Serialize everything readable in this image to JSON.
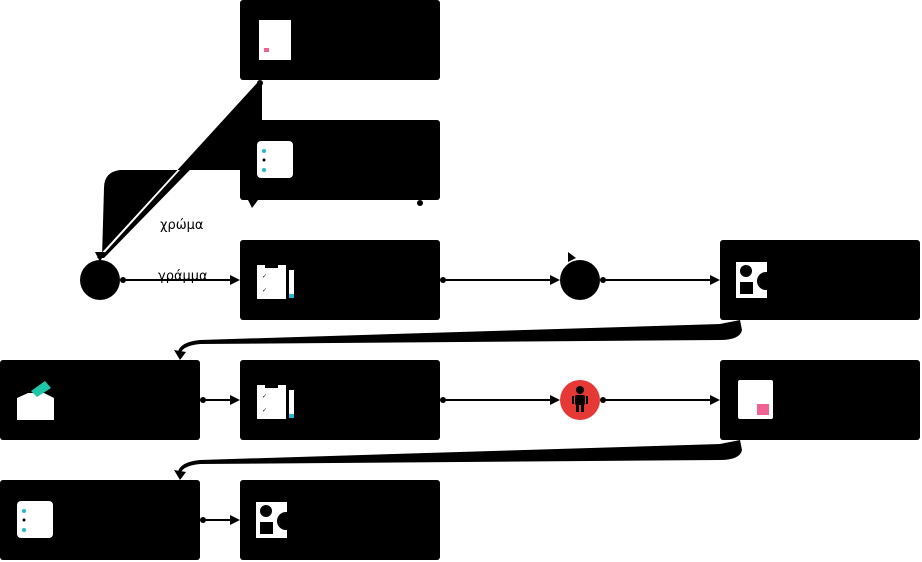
{
  "labels": {
    "upper_label": "χρώμα",
    "lower_label": "γράμμα"
  },
  "colors": {
    "node": "#000000",
    "background": "#ffffff",
    "accent_blue": "#29b6d6",
    "accent_pink": "#f06292",
    "accent_teal": "#1fc7a8",
    "accent_red": "#e53935"
  },
  "nodes": [
    {
      "id": "document-node",
      "icon": "document-icon"
    },
    {
      "id": "list-node-top",
      "icon": "list-icon"
    },
    {
      "id": "start-circle",
      "icon": "circle-node"
    },
    {
      "id": "clipboard-node-1",
      "icon": "clipboard-icon"
    },
    {
      "id": "merge-circle",
      "icon": "circle-node"
    },
    {
      "id": "shapes-node-1",
      "icon": "shapes-icon"
    },
    {
      "id": "ballot-node",
      "icon": "ballot-box-icon"
    },
    {
      "id": "clipboard-node-2",
      "icon": "clipboard-icon"
    },
    {
      "id": "person-circle",
      "icon": "person-icon"
    },
    {
      "id": "pink-card-node",
      "icon": "card-icon"
    },
    {
      "id": "list-node-bottom",
      "icon": "list-icon"
    },
    {
      "id": "shapes-node-2",
      "icon": "shapes-icon"
    }
  ]
}
